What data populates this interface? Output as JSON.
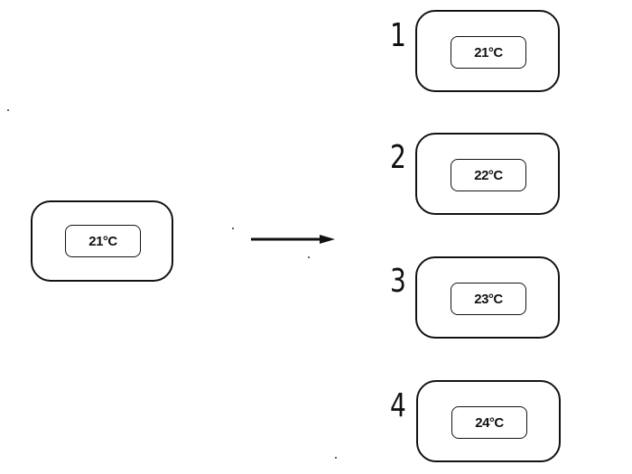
{
  "source": {
    "temperature": "21°C"
  },
  "options": [
    {
      "number": "1",
      "temperature": "21°C"
    },
    {
      "number": "2",
      "temperature": "22°C"
    },
    {
      "number": "3",
      "temperature": "23°C"
    },
    {
      "number": "4",
      "temperature": "24°C"
    }
  ],
  "colors": {
    "stroke": "#111111",
    "background": "#ffffff"
  },
  "icons": {
    "arrow": "arrow-right-icon"
  }
}
